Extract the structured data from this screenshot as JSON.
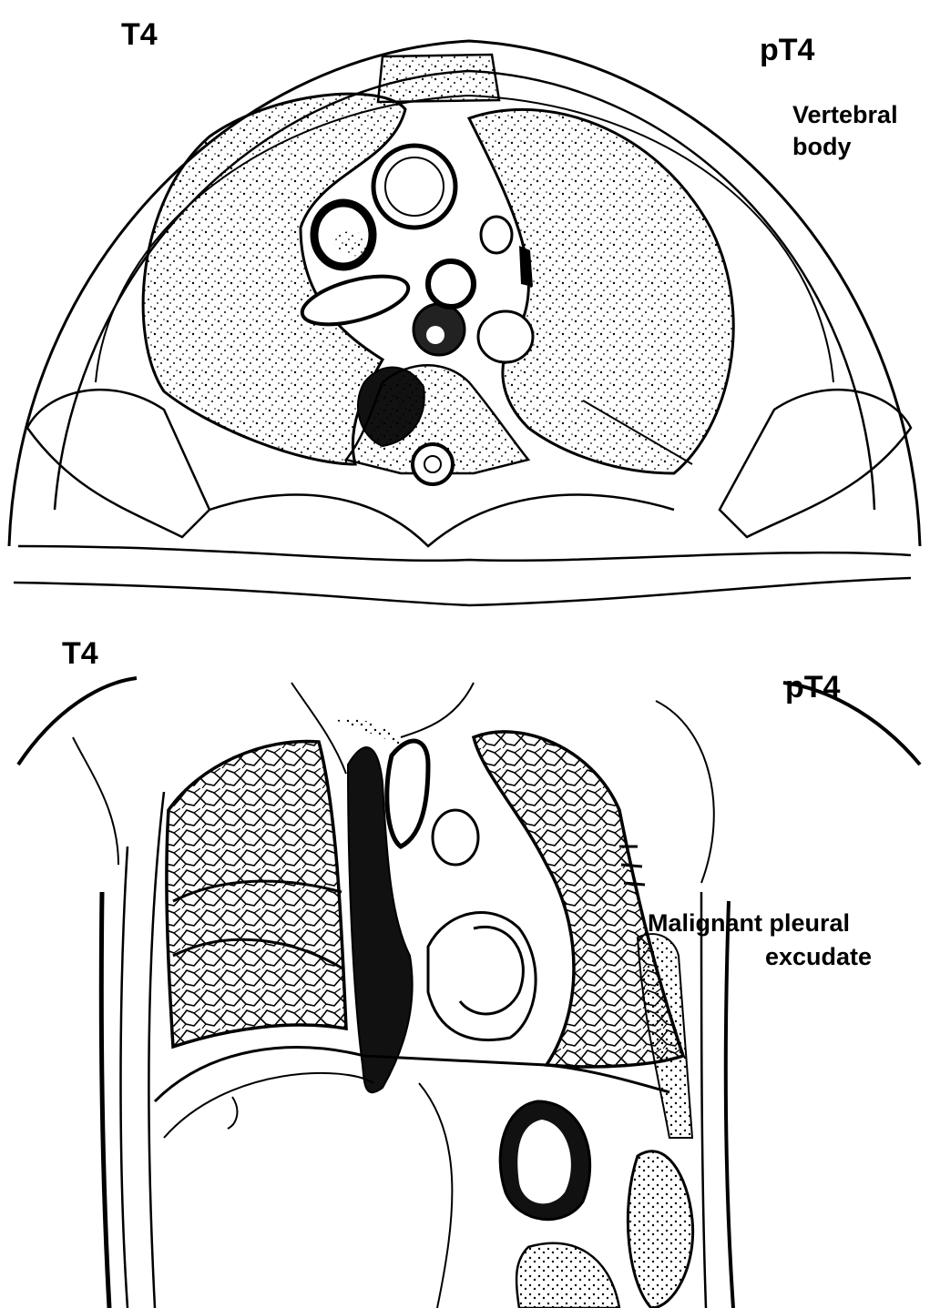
{
  "top_panel": {
    "stage_label": "T4",
    "path_stage_label": "pT4",
    "annotation": [
      "Vertebral",
      "body"
    ]
  },
  "bottom_panel": {
    "stage_label": "T4",
    "path_stage_label": "pT4",
    "annotation": [
      "Malignant pleural",
      "excudate"
    ]
  },
  "colors": {
    "ink": "#000000",
    "paper": "#ffffff"
  }
}
